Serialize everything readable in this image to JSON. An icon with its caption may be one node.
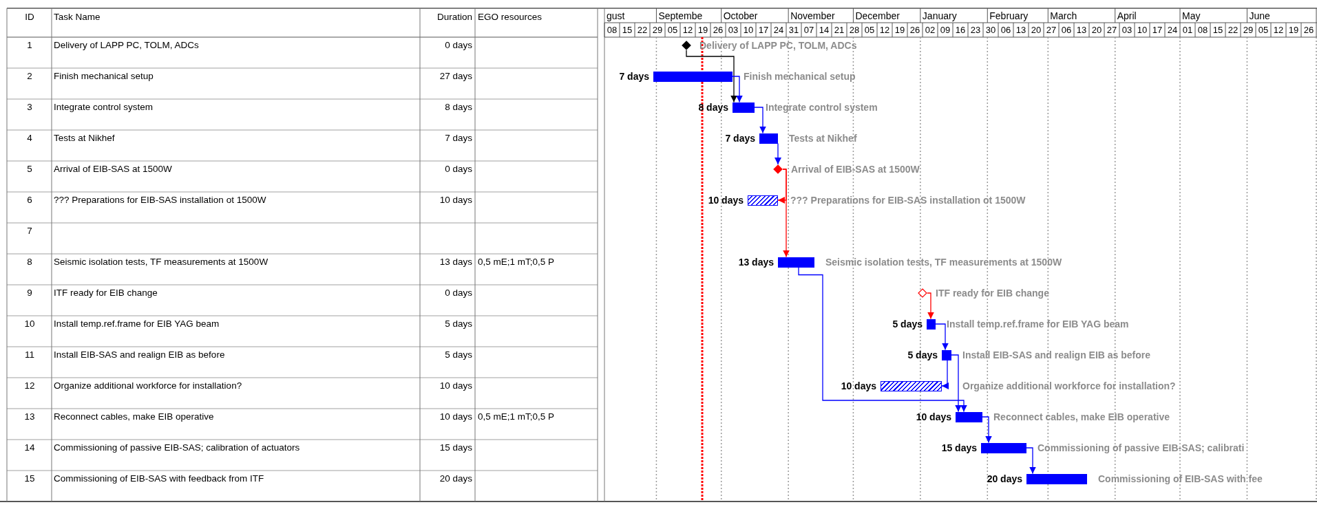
{
  "diagram": {
    "nodes": [
      {
        "text": [],
        "shape": "diamond",
        "beside": [
          "Delivery of LAPP PC, TOLM, ADCs"
        ]
      },
      {
        "text": [],
        "shape": "bar",
        "beside": [
          "7 days",
          "Finish mechanical setup"
        ]
      },
      {
        "text": [],
        "shape": "bar",
        "beside": [
          "8 days",
          "Integrate control system"
        ]
      },
      {
        "text": [],
        "shape": "bar",
        "beside": [
          "7 days",
          "Tests at Nikhef"
        ]
      },
      {
        "text": [],
        "shape": "diamond",
        "beside": [
          "Arrival of EIB-SAS at 1500W"
        ]
      },
      {
        "text": [],
        "shape": "bar",
        "beside": [
          "10 days",
          "??? Preparations for EIB-SAS installation ot 1500W"
        ]
      },
      {
        "text": [],
        "shape": "bar",
        "beside": [
          "13 days",
          "Seismic isolation tests, TF measurements at 1500W"
        ]
      },
      {
        "text": [],
        "shape": "diamond",
        "beside": [
          "ITF ready for EIB change"
        ]
      },
      {
        "text": [],
        "shape": "bar",
        "beside": [
          "5 days",
          "Install temp.ref.frame for EIB YAG beam"
        ]
      },
      {
        "text": [],
        "shape": "bar",
        "beside": [
          "5 days",
          "Install EIB-SAS and realign EIB as before"
        ]
      },
      {
        "text": [],
        "shape": "bar",
        "beside": [
          "10 days",
          "Organize additional workforce for installation?"
        ]
      },
      {
        "text": [],
        "shape": "bar",
        "beside": [
          "10 days",
          "Reconnect cables, make EIB operative"
        ]
      },
      {
        "text": [],
        "shape": "bar",
        "beside": [
          "15 days",
          "Commissioning of passive EIB-SAS; calibrati"
        ]
      },
      {
        "text": [],
        "shape": "bar",
        "beside": [
          "20 days",
          "Commissioning of EIB-SAS with fee"
        ]
      }
    ],
    "edges": [
      {
        "from": 0,
        "to": 2,
        "arrow": "to",
        "color": "#000000"
      },
      {
        "from": 1,
        "to": 2,
        "arrow": "to"
      },
      {
        "from": 2,
        "to": 3,
        "arrow": "to"
      },
      {
        "from": 3,
        "to": 4,
        "arrow": "to"
      },
      {
        "from": 4,
        "to": 5,
        "arrow": "to",
        "color": "#ff0000"
      },
      {
        "from": 4,
        "to": 6,
        "arrow": "to",
        "color": "#ff0000"
      },
      {
        "from": 6,
        "to": 11,
        "arrow": "to"
      },
      {
        "from": 7,
        "to": 8,
        "arrow": "to",
        "color": "#ff0000"
      },
      {
        "from": 8,
        "to": 9,
        "arrow": "to"
      },
      {
        "from": 9,
        "to": 10,
        "arrow": "to"
      },
      {
        "from": 9,
        "to": 11,
        "arrow": "to"
      },
      {
        "from": 11,
        "to": 12,
        "arrow": "to"
      },
      {
        "from": 12,
        "to": 13,
        "arrow": "to"
      }
    ],
    "labels": [
      "ID",
      "Task Name",
      "Duration",
      "EGO resources",
      "gust",
      "Septembe",
      "October",
      "November",
      "December",
      "January",
      "February",
      "March",
      "April",
      "May",
      "June",
      "08",
      "15",
      "22",
      "29",
      "05",
      "12",
      "19",
      "26",
      "03",
      "10",
      "17",
      "24",
      "31",
      "07",
      "14",
      "21",
      "28",
      "05",
      "12",
      "19",
      "26",
      "02",
      "09",
      "16",
      "23",
      "30",
      "06",
      "13",
      "20",
      "27",
      "06",
      "13",
      "20",
      "27",
      "03",
      "10",
      "17",
      "24",
      "01",
      "08",
      "15",
      "22",
      "29",
      "05",
      "12",
      "19",
      "26",
      "1",
      "Delivery of LAPP PC, TOLM, ADCs",
      "0 days",
      "2",
      "Finish mechanical setup",
      "27 days",
      "3",
      "Integrate control system",
      "8 days",
      "4",
      "Tests at Nikhef",
      "7 days",
      "5",
      "Arrival of EIB-SAS at 1500W",
      "0 days",
      "6",
      "??? Preparations for EIB-SAS installation ot 1500W",
      "10 days",
      "7",
      "8",
      "Seismic isolation tests, TF measurements at 1500W",
      "13 days",
      "0,5 mE;1 mT;0,5 P",
      "9",
      "ITF ready for EIB change",
      "0 days",
      "10",
      "Install temp.ref.frame for EIB YAG beam",
      "5 days",
      "11",
      "Install EIB-SAS and realign EIB as before",
      "5 days",
      "12",
      "Organize additional workforce for installation?",
      "10 days",
      "13",
      "Reconnect cables, make EIB operative",
      "10 days",
      "0,5 mE;1 mT;0,5 P",
      "14",
      "Commissioning of passive EIB-SAS; calibration of actuators",
      "15 days",
      "15",
      "Commissioning of EIB-SAS with feedback from ITF",
      "20 days"
    ]
  }
}
